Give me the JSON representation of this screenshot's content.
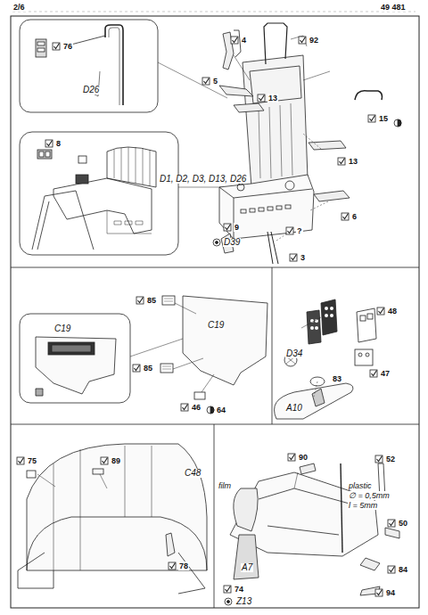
{
  "diagram": {
    "labels": [
      "2/6",
      "49 481",
      "76",
      "D26",
      "4",
      "92",
      "5",
      "13",
      "15",
      "8",
      "D1, D2, D3, D13, D26",
      "13",
      "6",
      "9",
      "D39",
      "?",
      "3",
      "85",
      "C19",
      "85",
      "C19",
      "46",
      "64",
      "D34",
      "48",
      "47",
      "83",
      "A10",
      "75",
      "89",
      "C48",
      "78",
      "90",
      "52",
      "film",
      "plastic",
      "∅ = 0,5mm",
      "l = 5mm",
      "50",
      "A7",
      "84",
      "74",
      "Z13",
      "94"
    ]
  }
}
